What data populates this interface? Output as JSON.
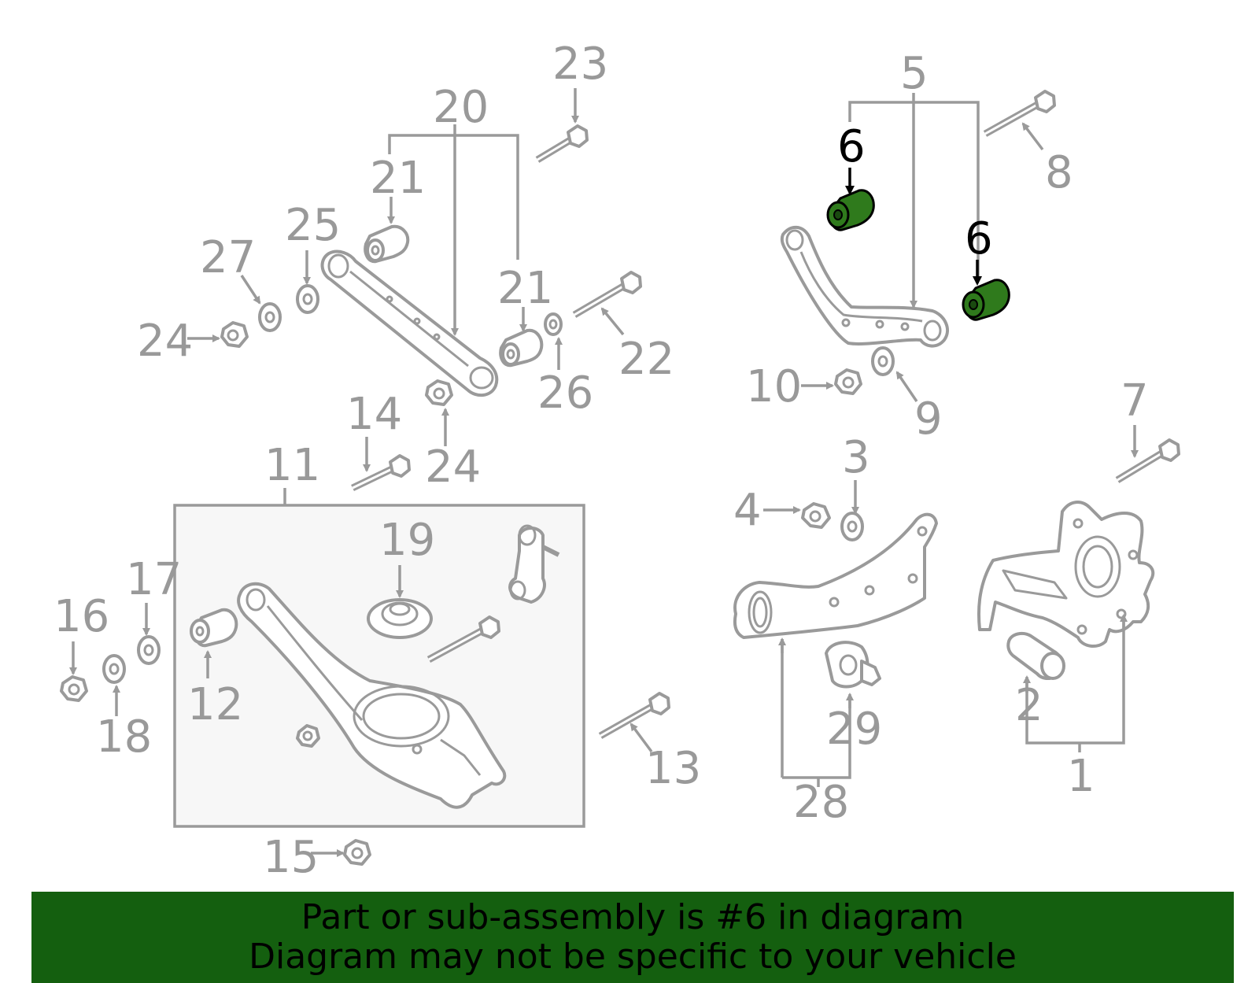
{
  "callouts": {
    "n1": "1",
    "n2": "2",
    "n3": "3",
    "n4": "4",
    "n5": "5",
    "n6a": "6",
    "n6b": "6",
    "n7": "7",
    "n8": "8",
    "n9": "9",
    "n10": "10",
    "n11": "11",
    "n12": "12",
    "n13": "13",
    "n14": "14",
    "n15": "15",
    "n16": "16",
    "n17": "17",
    "n18": "18",
    "n19": "19",
    "n20": "20",
    "n21a": "21",
    "n21b": "21",
    "n22": "22",
    "n23": "23",
    "n24a": "24",
    "n24b": "24",
    "n25": "25",
    "n26": "26",
    "n27": "27",
    "n28": "28",
    "n29": "29"
  },
  "highlight": {
    "part_number": "6",
    "color": "#2f7a1c"
  },
  "banner": {
    "line1": "Part or sub-assembly is #6 in diagram",
    "line2": "Diagram may not be specific to your vehicle",
    "background": "#145f0f"
  }
}
